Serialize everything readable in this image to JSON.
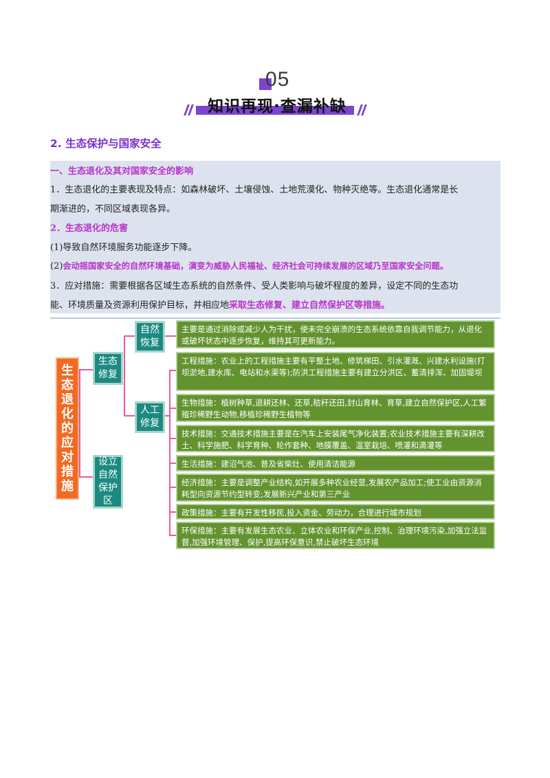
{
  "header": {
    "number": "05",
    "title": "知识再现·查漏补缺"
  },
  "section_title": "2. 生态保护与国家安全",
  "info": {
    "h1": "一、生态退化及其对国家安全的影响",
    "p1a": "1．生态退化的主要表现及特点：如森林破坏、土壤侵蚀、土地荒漠化、物种灭绝等。生态退化通常是长",
    "p1b": "期渐进的，不同区域表现各异。",
    "h2": "2．生态退化的危害",
    "p2": "(1)导致自然环境服务功能逐步下降。",
    "p3_prefix": "(2)",
    "p3_bold": "会动摇国家安全的自然环境基础，演变为威胁人民福祉、经济社会可持续发展的区域乃至国家安全问题。",
    "p4a": "3．应对措施：需要根据各区域生态系统的自然条件、受人类影响与破坏程度的差异，设定不同的生态功",
    "p4b_plain": "能、环境质量及资源利用保护目标，并相应地",
    "p4b_bold": "采取生态修复、建立自然保护区等措施。"
  },
  "mindmap": {
    "root": "生态退化的应对措施",
    "restore": "生态修复",
    "natural": "自然恢复",
    "artificial": "人工修复",
    "reserve": "设立自然保护区",
    "leaves": {
      "natural": "主要是通过消除或减少人为干扰，使未完全崩溃的生态系统依靠自我调节能力，从退化或破坏状态中逐步恢复，维持其可更新能力。",
      "engineering": "工程措施：农业上的工程措施主要有平整土地、修筑梯田、引水灌溉、兴建水利设施(打坝淤地,建水库、电站和水渠等);防洪工程措施主要有建立分洪区、蓄清排浑、加固堤坝",
      "biological": "生物措施：植树种草,退耕还林、还草,秸秆还田,封山育林、育草,建立自然保护区,人工繁殖珍稀野生动物,移植珍稀野生植物等",
      "technical": "技术措施：交通技术措施主要是在汽车上安装尾气净化装置;农业技术措施主要有深耕改土、科学施肥、科学育种、轮作套种、地膜覆盖、温室栽培、喷灌和滴灌等",
      "living": "生活措施：建沼气池、普及省柴灶、使用清洁能源",
      "economic": "经济措施：主要是调整产业结构,如开展多种农业经营,发展农产品加工;使工业由资源消耗型向资源节约型转变;发展新兴产业和第三产业",
      "policy": "政策措施：主要有开发性移民,投入资金、劳动力，合理进行城市规划",
      "environmental": "环保措施：主要有发展生态农业、立体农业和环保产业,控制、治理环境污染,加强立法监督,加强环境管理、保护,提高环保意识,禁止破坏生态环境"
    }
  }
}
